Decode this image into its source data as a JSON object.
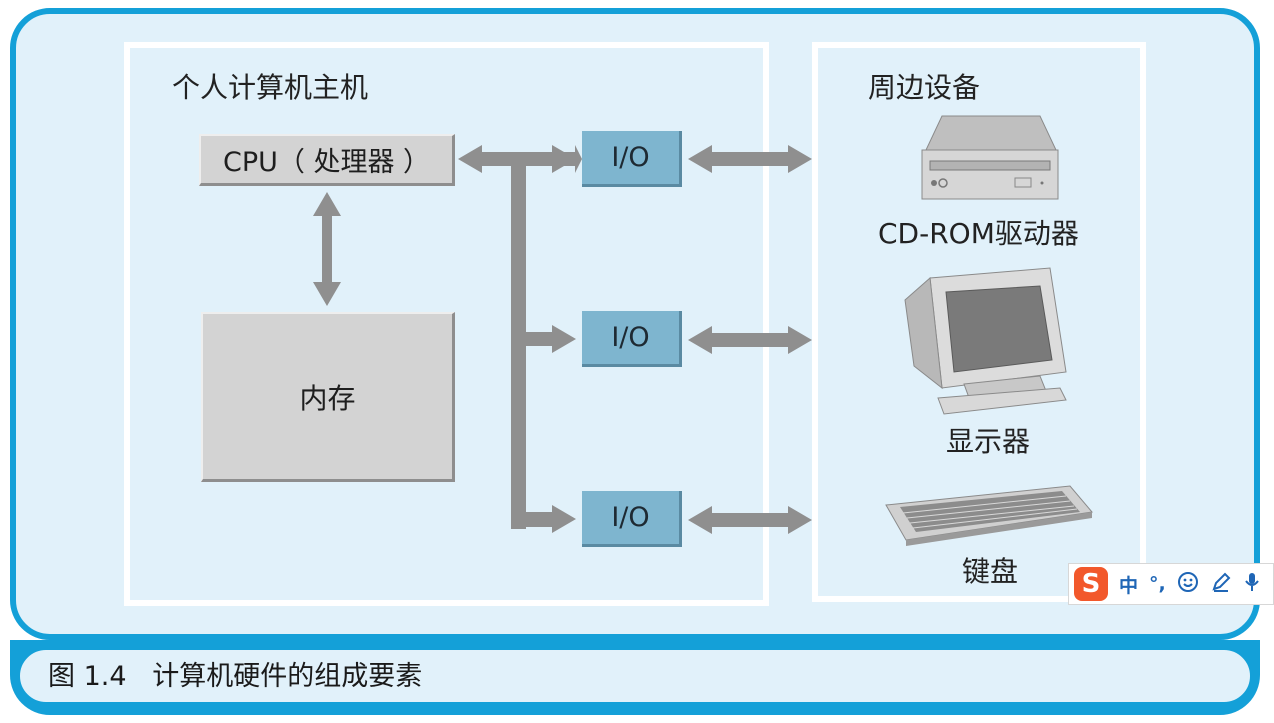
{
  "figure": {
    "host_panel_title": "个人计算机主机",
    "peripheral_panel_title": "周边设备",
    "cpu_label": "CPU（ 处理器 ）",
    "memory_label": "内存",
    "io_labels": [
      "I/O",
      "I/O",
      "I/O"
    ],
    "devices": [
      {
        "label": "CD-ROM驱动器",
        "icon": "cd-rom-drive-icon"
      },
      {
        "label": "显示器",
        "icon": "monitor-icon"
      },
      {
        "label": "键盘",
        "icon": "keyboard-icon"
      }
    ],
    "caption": "图 1.4   计算机硬件的组成要素"
  },
  "ime_toolbar": {
    "logo": "S",
    "mode": "中",
    "punct": "°,",
    "icons": [
      "smiley-icon",
      "pen-icon",
      "microphone-icon"
    ]
  },
  "colors": {
    "frame": "#14a0d8",
    "background": "#e1f1fa",
    "io_box": "#7eb5cf",
    "gray_box": "#d3d3d3",
    "arrow": "#8f8f8f"
  }
}
